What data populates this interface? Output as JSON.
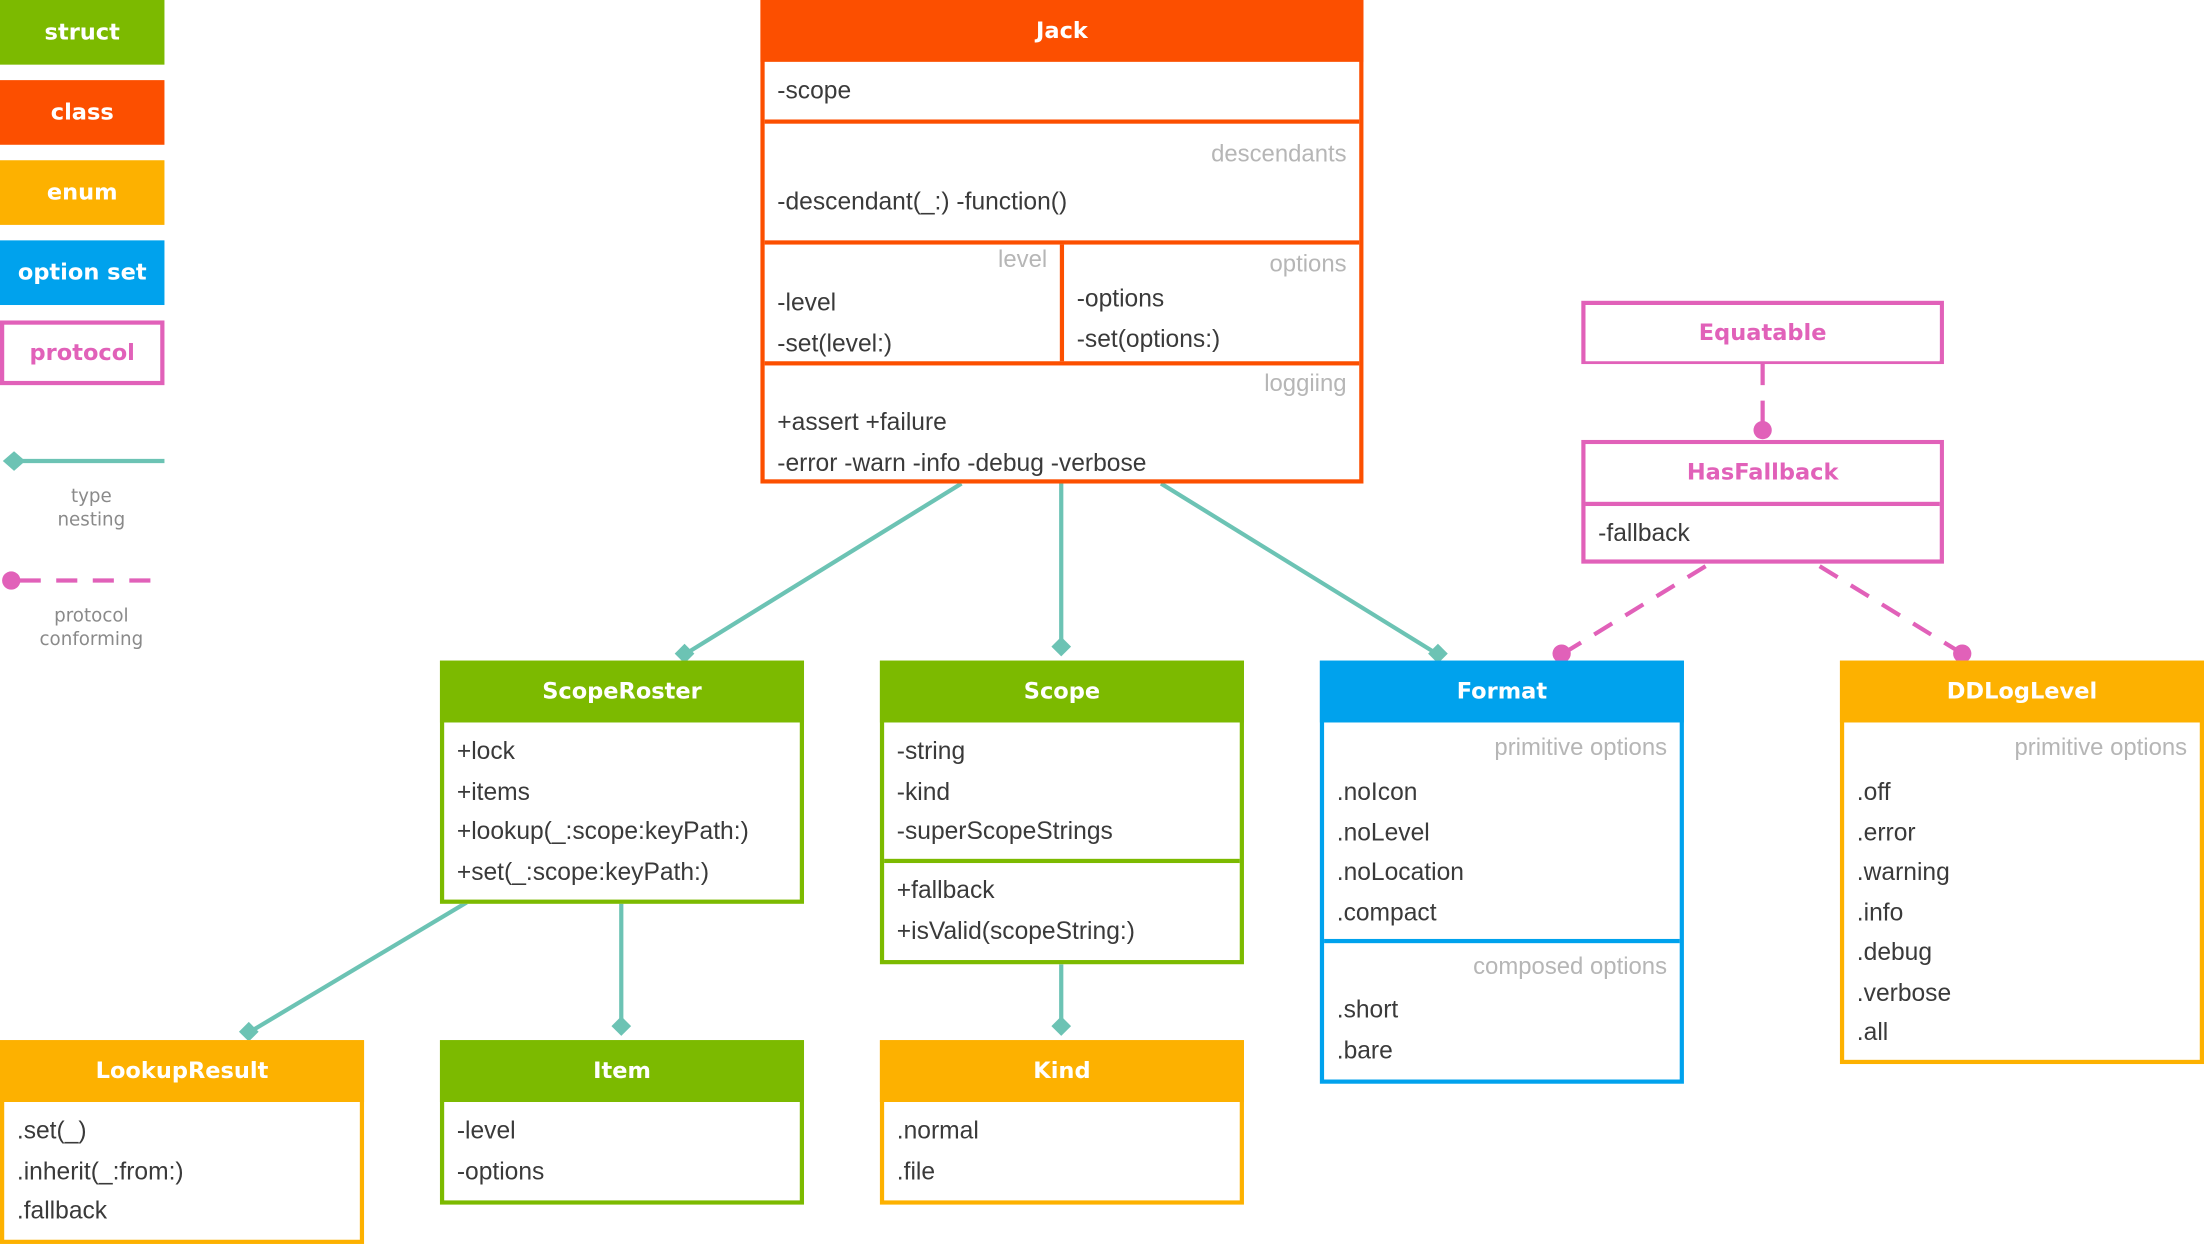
{
  "legend": {
    "struct": "struct",
    "class": "class",
    "enum": "enum",
    "option_set": "option set",
    "protocol": "protocol",
    "type_nesting": [
      "type",
      "nesting"
    ],
    "protocol_conforming": [
      "protocol",
      "conforming"
    ]
  },
  "colors": {
    "struct": "#7cba00",
    "class": "#fc4f00",
    "enum": "#fdb100",
    "option_set": "#00a2ed",
    "protocol": "#e161b9",
    "nesting_line": "#6cc3b4"
  },
  "jack": {
    "title": "Jack",
    "scope": "-scope",
    "descendants_caption": "descendants",
    "descendants": "-descendant(_:)  -function()",
    "level_caption": "level",
    "level": [
      "-level",
      "-set(level:)"
    ],
    "options_caption": "options",
    "options": [
      "-options",
      "-set(options:)"
    ],
    "logging_caption": "loggiing",
    "logging": [
      "+assert  +failure",
      "-error  -warn  -info -debug  -verbose"
    ]
  },
  "equatable": {
    "title": "Equatable"
  },
  "has_fallback": {
    "title": "HasFallback",
    "members": [
      "-fallback"
    ]
  },
  "scope_roster": {
    "title": "ScopeRoster",
    "members": [
      "+lock",
      "+items",
      "+lookup(_:scope:keyPath:)",
      "+set(_:scope:keyPath:)"
    ]
  },
  "scope": {
    "title": "Scope",
    "members": [
      "-string",
      "-kind",
      "-superScopeStrings"
    ],
    "members2": [
      "+fallback",
      "+isValid(scopeString:)"
    ]
  },
  "format": {
    "title": "Format",
    "primitive_caption": "primitive options",
    "primitive": [
      ".noIcon",
      ".noLevel",
      ".noLocation",
      ".compact"
    ],
    "composed_caption": "composed options",
    "composed": [
      ".short",
      ".bare"
    ]
  },
  "ddloglevel": {
    "title": "DDLogLevel",
    "primitive_caption": "primitive options",
    "members": [
      ".off",
      ".error",
      ".warning",
      ".info",
      ".debug",
      ".verbose",
      ".all"
    ]
  },
  "lookup_result": {
    "title": "LookupResult",
    "members": [
      ".set(_)",
      ".inherit(_:from:)",
      ".fallback"
    ]
  },
  "item": {
    "title": "Item",
    "members": [
      "-level",
      "-options"
    ]
  },
  "kind": {
    "title": "Kind",
    "members": [
      ".normal",
      ".file"
    ]
  }
}
